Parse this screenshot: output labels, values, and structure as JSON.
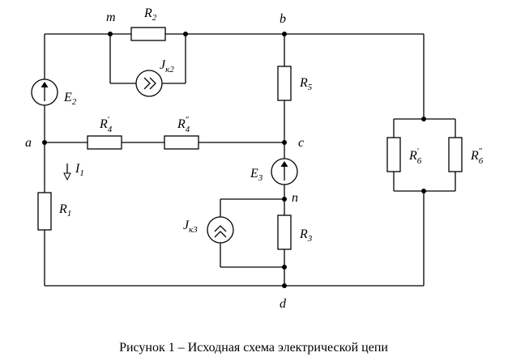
{
  "nodes": {
    "a": "a",
    "b": "b",
    "c": "c",
    "d": "d",
    "m": "m",
    "n": "n"
  },
  "components": {
    "R2": {
      "main": "R",
      "sub": "2"
    },
    "R5": {
      "main": "R",
      "sub": "5"
    },
    "R4p": {
      "main": "R",
      "sub": "4",
      "prime": "′"
    },
    "R4pp": {
      "main": "R",
      "sub": "4",
      "prime": "″"
    },
    "R1": {
      "main": "R",
      "sub": "1"
    },
    "R3": {
      "main": "R",
      "sub": "3"
    },
    "R6p": {
      "main": "R",
      "sub": "6",
      "prime": "′"
    },
    "R6pp": {
      "main": "R",
      "sub": "6",
      "prime": "″"
    },
    "E2": {
      "main": "E",
      "sub": "2"
    },
    "E3": {
      "main": "E",
      "sub": "3"
    },
    "Jk2": {
      "main": "J",
      "sub": "к2"
    },
    "Jk3": {
      "main": "J",
      "sub": "к3"
    },
    "I1": {
      "main": "I",
      "sub": "1"
    }
  },
  "caption": "Рисунок 1 – Исходная схема электрической цепи"
}
